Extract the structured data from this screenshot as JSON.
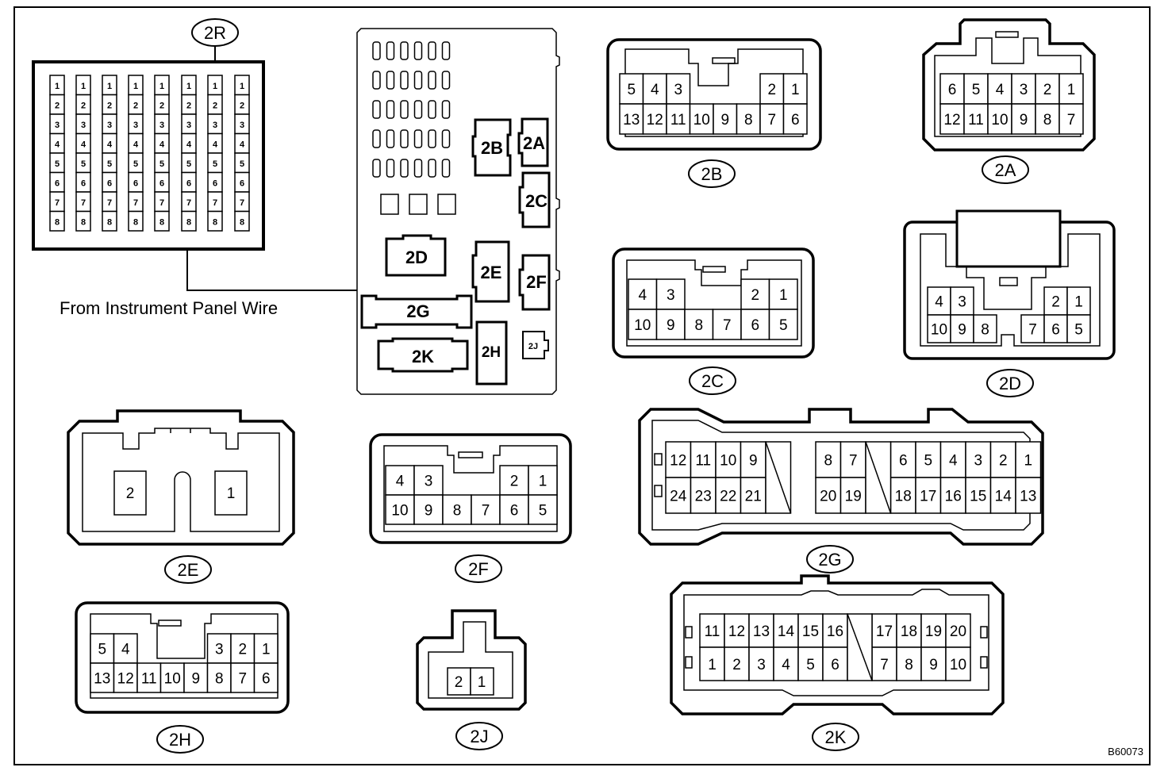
{
  "callout_2r": "2R",
  "instrument_panel_label": "From Instrument Panel Wire",
  "figure_code": "B60073",
  "block_2r_pins": [
    "1",
    "2",
    "3",
    "4",
    "5",
    "6",
    "7",
    "8"
  ],
  "junction_block": {
    "slots": [
      "2A",
      "2B",
      "2C",
      "2D",
      "2E",
      "2F",
      "2G",
      "2H",
      "2J",
      "2K"
    ]
  },
  "connectors": {
    "2B": {
      "label": "2B",
      "top": [
        "5",
        "4",
        "3",
        "2",
        "1"
      ],
      "bottom": [
        "13",
        "12",
        "11",
        "10",
        "9",
        "8",
        "7",
        "6"
      ]
    },
    "2A": {
      "label": "2A",
      "top": [
        "6",
        "5",
        "4",
        "3",
        "2",
        "1"
      ],
      "bottom": [
        "12",
        "11",
        "10",
        "9",
        "8",
        "7"
      ]
    },
    "2C": {
      "label": "2C",
      "top": [
        "4",
        "3",
        "2",
        "1"
      ],
      "bottom": [
        "10",
        "9",
        "8",
        "7",
        "6",
        "5"
      ]
    },
    "2D": {
      "label": "2D",
      "top": [
        "4",
        "3",
        "2",
        "1"
      ],
      "bottom": [
        "10",
        "9",
        "8",
        "7",
        "6",
        "5"
      ]
    },
    "2E": {
      "label": "2E",
      "pins": [
        "2",
        "1"
      ]
    },
    "2F": {
      "label": "2F",
      "top": [
        "4",
        "3",
        "2",
        "1"
      ],
      "bottom": [
        "10",
        "9",
        "8",
        "7",
        "6",
        "5"
      ]
    },
    "2G": {
      "label": "2G",
      "top": [
        "12",
        "11",
        "10",
        "9",
        "8",
        "7",
        "6",
        "5",
        "4",
        "3",
        "2",
        "1"
      ],
      "bottom": [
        "24",
        "23",
        "22",
        "21",
        "20",
        "19",
        "18",
        "17",
        "16",
        "15",
        "14",
        "13"
      ]
    },
    "2H": {
      "label": "2H",
      "top": [
        "5",
        "4",
        "3",
        "2",
        "1"
      ],
      "bottom": [
        "13",
        "12",
        "11",
        "10",
        "9",
        "8",
        "7",
        "6"
      ]
    },
    "2J": {
      "label": "2J",
      "pins": [
        "2",
        "1"
      ]
    },
    "2K": {
      "label": "2K",
      "top": [
        "11",
        "12",
        "13",
        "14",
        "15",
        "16",
        "17",
        "18",
        "19",
        "20"
      ],
      "bottom": [
        "1",
        "2",
        "3",
        "4",
        "5",
        "6",
        "7",
        "8",
        "9",
        "10"
      ]
    }
  }
}
